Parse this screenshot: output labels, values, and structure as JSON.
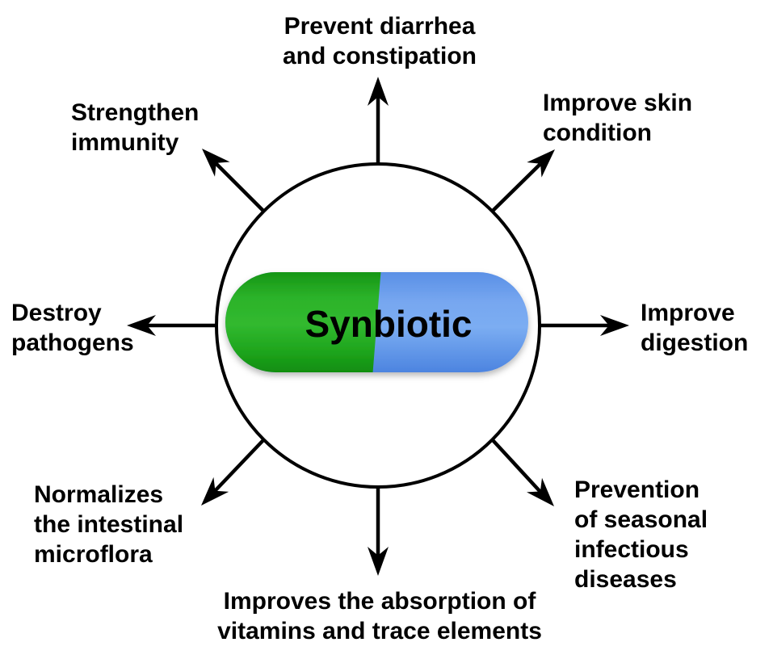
{
  "diagram": {
    "background": "#ffffff",
    "line_color": "#000000",
    "text_color": "#000000"
  },
  "center": {
    "label": "Synbiotic",
    "capsule_left_color": "#1e9e1c",
    "capsule_right_color": "#6397ea"
  },
  "benefits": {
    "top": {
      "lines": [
        "Prevent diarrhea",
        "and constipation"
      ]
    },
    "top_right": {
      "lines": [
        "Improve skin",
        "condition"
      ]
    },
    "right": {
      "lines": [
        "Improve",
        "digestion"
      ]
    },
    "bottom_right": {
      "lines": [
        "Prevention",
        "of seasonal",
        "infectious",
        "diseases"
      ]
    },
    "bottom": {
      "lines": [
        "Improves the absorption of",
        "vitamins and trace elements"
      ]
    },
    "bottom_left": {
      "lines": [
        "Normalizes",
        "the intestinal",
        "microflora"
      ]
    },
    "left": {
      "lines": [
        "Destroy",
        "pathogens"
      ]
    },
    "top_left": {
      "lines": [
        "Strengthen",
        "immunity"
      ]
    }
  }
}
